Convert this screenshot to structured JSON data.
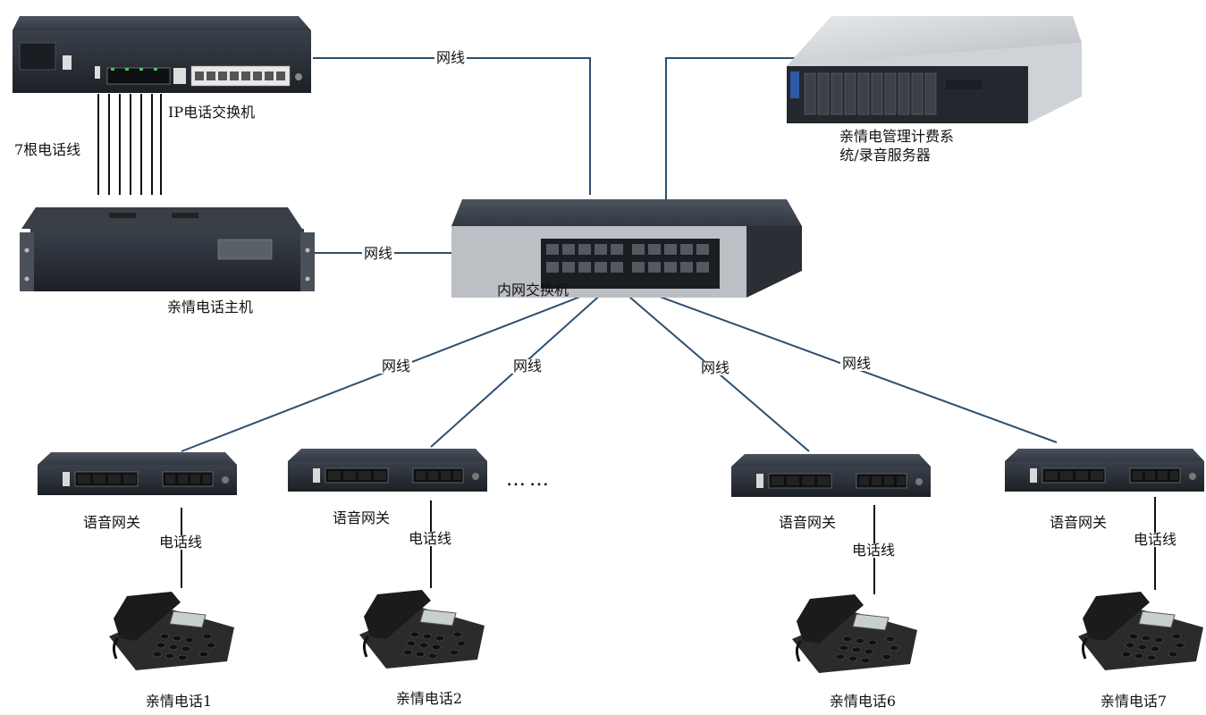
{
  "devices": {
    "ip_pbx": "IP电话交换机",
    "family_host": "亲情电话主机",
    "switch": "内网交换机",
    "server_line1": "亲情电管理计费系",
    "server_line2": "统/录音服务器"
  },
  "links": {
    "network_cable": "网线",
    "phone_cable": "电话线",
    "seven_phone_lines": "7根电话线"
  },
  "gateways": [
    {
      "label": "语音网关",
      "line": "电话线",
      "phone": "亲情电话1"
    },
    {
      "label": "语音网关",
      "line": "电话线",
      "phone": "亲情电话2"
    },
    {
      "label": "语音网关",
      "line": "电话线",
      "phone": "亲情电话6"
    },
    {
      "label": "语音网关",
      "line": "电话线",
      "phone": "亲情电话7"
    }
  ],
  "ellipsis": "……",
  "colors": {
    "network_line": "#2c4f70",
    "phone_line": "#111111",
    "device_dark": "#2a2f36"
  }
}
